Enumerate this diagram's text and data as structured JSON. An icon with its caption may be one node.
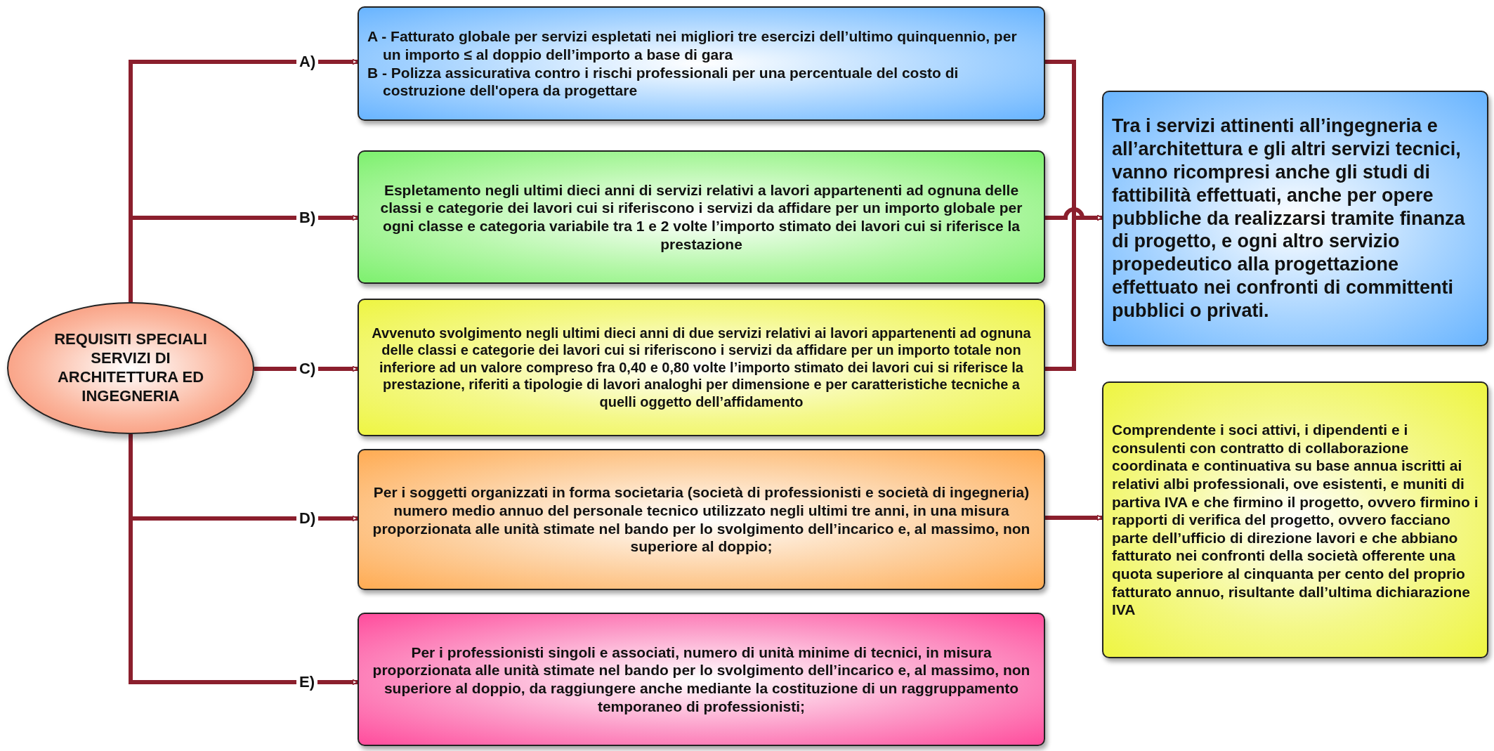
{
  "diagram": {
    "nodes": [
      {
        "text": [
          "REQUISITI SPECIALI SERVIZI DI ARCHITETTURA ED INGEGNERIA"
        ]
      },
      {
        "text": [
          "A - Fatturato globale per servizi espletati nei migliori tre esercizi dell’ultimo quinquennio, per un importo ≤ al doppio dell’importo a base di gara",
          "B - Polizza assicurativa contro i rischi professionali per una percentuale del costo di costruzione dell'opera da progettare"
        ]
      },
      {
        "text": [
          "Espletamento negli ultimi dieci anni di servizi  relativi a lavori appartenenti ad ognuna delle classi e categorie dei lavori cui si riferiscono i servizi da affidare per un importo globale per ogni classe e categoria variabile tra 1 e 2 volte l’importo stimato dei lavori cui si riferisce la prestazione"
        ]
      },
      {
        "text": [
          "Avvenuto svolgimento negli ultimi dieci anni di due servizi relativi ai lavori appartenenti ad ognuna delle classi e categorie dei lavori cui si riferiscono i servizi da affidare per un importo totale non inferiore ad un valore compreso fra 0,40 e 0,80 volte l’importo stimato dei lavori cui si riferisce la prestazione, riferiti a tipologie di lavori analoghi per dimensione e per caratteristiche tecniche a quelli oggetto dell’affidamento"
        ]
      },
      {
        "text": [
          "Per i soggetti organizzati in forma societaria (società di professionisti e società di ingegneria) numero medio annuo del personale tecnico utilizzato negli ultimi tre anni, in una misura proporzionata alle unità stimate nel bando per lo svolgimento dell’incarico e, al massimo, non superiore al doppio;"
        ]
      },
      {
        "text": [
          "Per i professionisti singoli e associati, numero di unità minime di tecnici, in misura proporzionata alle unità stimate nel bando per lo svolgimento dell’incarico e, al massimo, non superiore al doppio, da raggiungere anche mediante la costituzione di un raggruppamento temporaneo di professionisti;"
        ]
      },
      {
        "text": [
          "Tra i servizi attinenti all’ingegneria e all’architettura e gli altri servizi tecnici, vanno ricompresi anche gli studi di fattibilità effettuati, anche per opere pubbliche da realizzarsi tramite finanza di progetto, e ogni altro servizio propedeutico alla progettazione effettuato nei confronti di committenti pubblici o privati."
        ]
      },
      {
        "text": [
          "Comprendente i soci attivi, i dipendenti e i consulenti con contratto di collaborazione coordinata e continuativa su base annua iscritti ai relativi albi professionali, ove esistenti, e muniti di partiva IVA e che firmino il progetto, ovvero firmino i rapporti di verifica del progetto, ovvero facciano parte dell’ufficio di direzione lavori e che abbiano fatturato nei confronti della società offerente una quota superiore al cinquanta per cento del proprio fatturato annuo, risultante dall’ultima dichiarazione IVA"
        ]
      }
    ],
    "edges": [
      {
        "from": 0,
        "to": 1,
        "arrow": "to",
        "label": "A)"
      },
      {
        "from": 0,
        "to": 2,
        "arrow": "to",
        "label": "B)"
      },
      {
        "from": 0,
        "to": 3,
        "arrow": "to",
        "label": "C)"
      },
      {
        "from": 0,
        "to": 4,
        "arrow": "to",
        "label": "D)"
      },
      {
        "from": 0,
        "to": 5,
        "arrow": "to",
        "label": "E)"
      },
      {
        "from": 1,
        "to": 6,
        "arrow": "to"
      },
      {
        "from": 2,
        "to": 6,
        "arrow": "to"
      },
      {
        "from": 3,
        "to": 6,
        "arrow": "to"
      },
      {
        "from": 4,
        "to": 7,
        "arrow": "to"
      }
    ]
  }
}
